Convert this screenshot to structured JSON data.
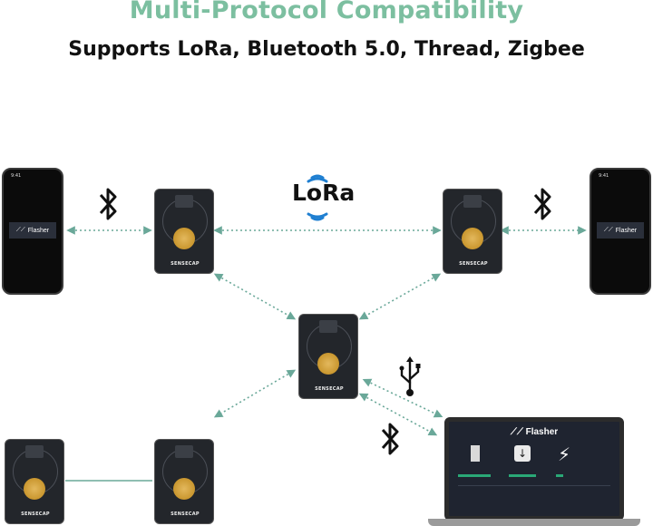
{
  "title": "Multi-Protocol Compatibility",
  "subtitle": "Supports LoRa, Bluetooth 5.0, Thread, Zigbee",
  "lora_label": "LoRa",
  "phone_app": "Flasher",
  "device_brand": "SENSECAP",
  "laptop_app": "Flasher",
  "colors": {
    "title": "#7cbfa0",
    "link": "#6aa899",
    "button": "#c9962e"
  },
  "icons": [
    "bluetooth-icon",
    "usb-icon",
    "lora-signal-icon",
    "flasher-logo-icon",
    "download-icon",
    "lightning-icon"
  ]
}
